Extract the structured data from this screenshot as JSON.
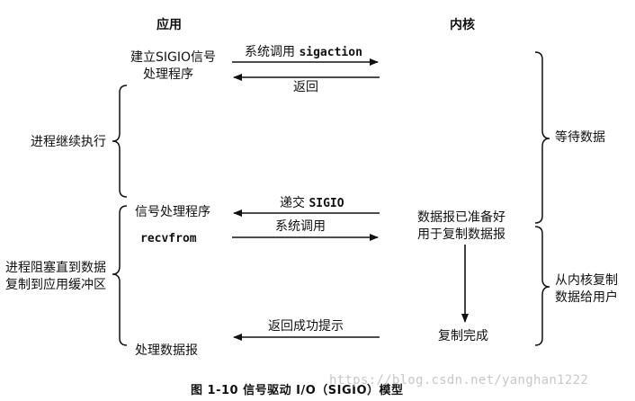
{
  "columns": {
    "application": "应用",
    "kernel": "内核"
  },
  "app_side": {
    "establish_line1": "建立SIGIO信号",
    "establish_line2": "处理程序",
    "signal_handler": "信号处理程序",
    "recvfrom": "recvfrom",
    "process_datagram": "处理数据报"
  },
  "arrows": {
    "syscall_prefix": "系统调用",
    "syscall_sigaction": "sigaction",
    "return": "返回",
    "deliver_prefix": "递交",
    "deliver_sigio": "SIGIO",
    "syscall": "系统调用",
    "return_success": "返回成功提示"
  },
  "left_phases": {
    "continue_exec": "进程继续执行",
    "blocked_line1": "进程阻塞直到数据",
    "blocked_line2": "复制到应用缓冲区"
  },
  "kernel_side": {
    "ready_line1": "数据报已准备好",
    "ready_line2": "用于复制数据报",
    "copy_complete": "复制完成"
  },
  "right_phases": {
    "wait_data": "等待数据",
    "copy_line1": "从内核复制",
    "copy_line2": "数据给用户"
  },
  "caption": "图 1-10   信号驱动 I/O（SIGIO）模型",
  "watermark": "https://blog.csdn.net/yanghan1222"
}
